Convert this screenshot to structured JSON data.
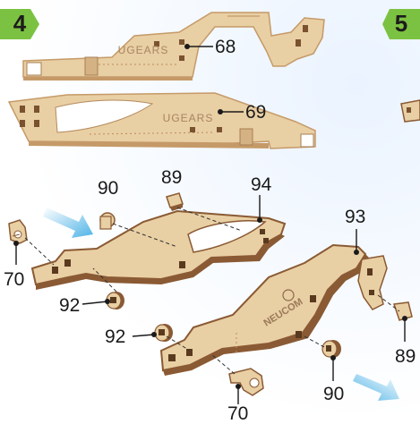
{
  "steps": {
    "current": "4",
    "next": "5"
  },
  "colors": {
    "step_badge": "#7cc242",
    "plywood_face": "#e9cfa4",
    "plywood_edge": "#c59a68",
    "plywood_dark_edge": "#8a5a34",
    "arrow": "#4fb3e6",
    "leader": "#1a1a1a"
  },
  "panels": {
    "top_panel": {
      "brand_text": "UGEARS",
      "part_number": "68"
    },
    "bottom_panel": {
      "brand_text": "UGEARS",
      "part_number": "69"
    }
  },
  "left_assembly": {
    "main_part": "94",
    "parts": {
      "top_peg": "89",
      "front_connector": "90",
      "rear_bracket": "70",
      "wheel_peg": "92"
    }
  },
  "right_assembly": {
    "main_part": "93",
    "brand_text": "NEUCOM",
    "parts": {
      "rear_bracket": "89",
      "front_connector": "90",
      "bottom_bracket": "70",
      "wheel_peg": "92"
    }
  },
  "icons": [
    "assembly-arrow-icon"
  ]
}
